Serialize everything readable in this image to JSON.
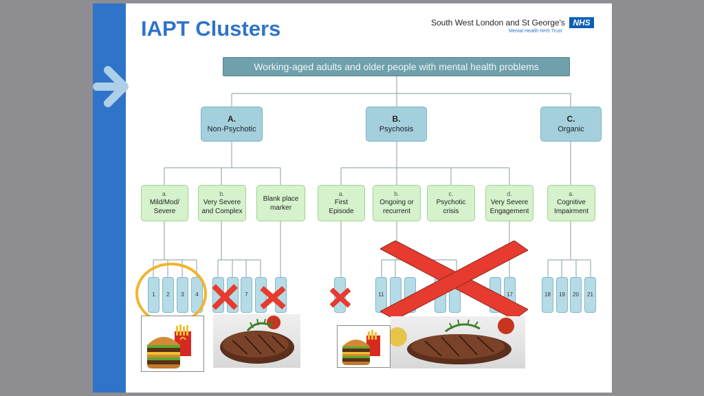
{
  "title": "IAPT Clusters",
  "logo": {
    "org_name": "South West London and St George's",
    "badge": "NHS",
    "trust_name": "Mental Health NHS Trust"
  },
  "diagram": {
    "root": "Working-aged adults and older people with mental health problems",
    "groups": [
      {
        "letter": "A.",
        "name": "Non-Psychotic"
      },
      {
        "letter": "B.",
        "name": "Psychosis"
      },
      {
        "letter": "C.",
        "name": "Organic"
      }
    ],
    "subgroups": [
      {
        "letter": "a.",
        "line1": "Mild/Mod/",
        "line2": "Severe"
      },
      {
        "letter": "b.",
        "line1": "Very Severe",
        "line2": "and Complex"
      },
      {
        "letter": "",
        "line1": "Blank place",
        "line2": "marker"
      },
      {
        "letter": "a.",
        "line1": "First",
        "line2": "Episode"
      },
      {
        "letter": "b.",
        "line1": "Ongoing or",
        "line2": "recurrent"
      },
      {
        "letter": "c.",
        "line1": "Psychotic",
        "line2": "crisis"
      },
      {
        "letter": "d.",
        "line1": "Very Severe",
        "line2": "Engagement"
      },
      {
        "letter": "a.",
        "line1": "Cognitive",
        "line2": "Impairment"
      }
    ],
    "clusters": [
      "1",
      "2",
      "3",
      "4",
      "",
      "",
      "7",
      "",
      "",
      "",
      "11",
      "",
      "",
      "",
      "",
      "",
      "17",
      "18",
      "19",
      "20",
      "21"
    ]
  },
  "annotations": {
    "highlight_color": "#f3b32b",
    "cross_color": "#e63b2e",
    "images": [
      "burger-fries-image",
      "steak-image",
      "burger-fries-image",
      "steak-image"
    ]
  }
}
